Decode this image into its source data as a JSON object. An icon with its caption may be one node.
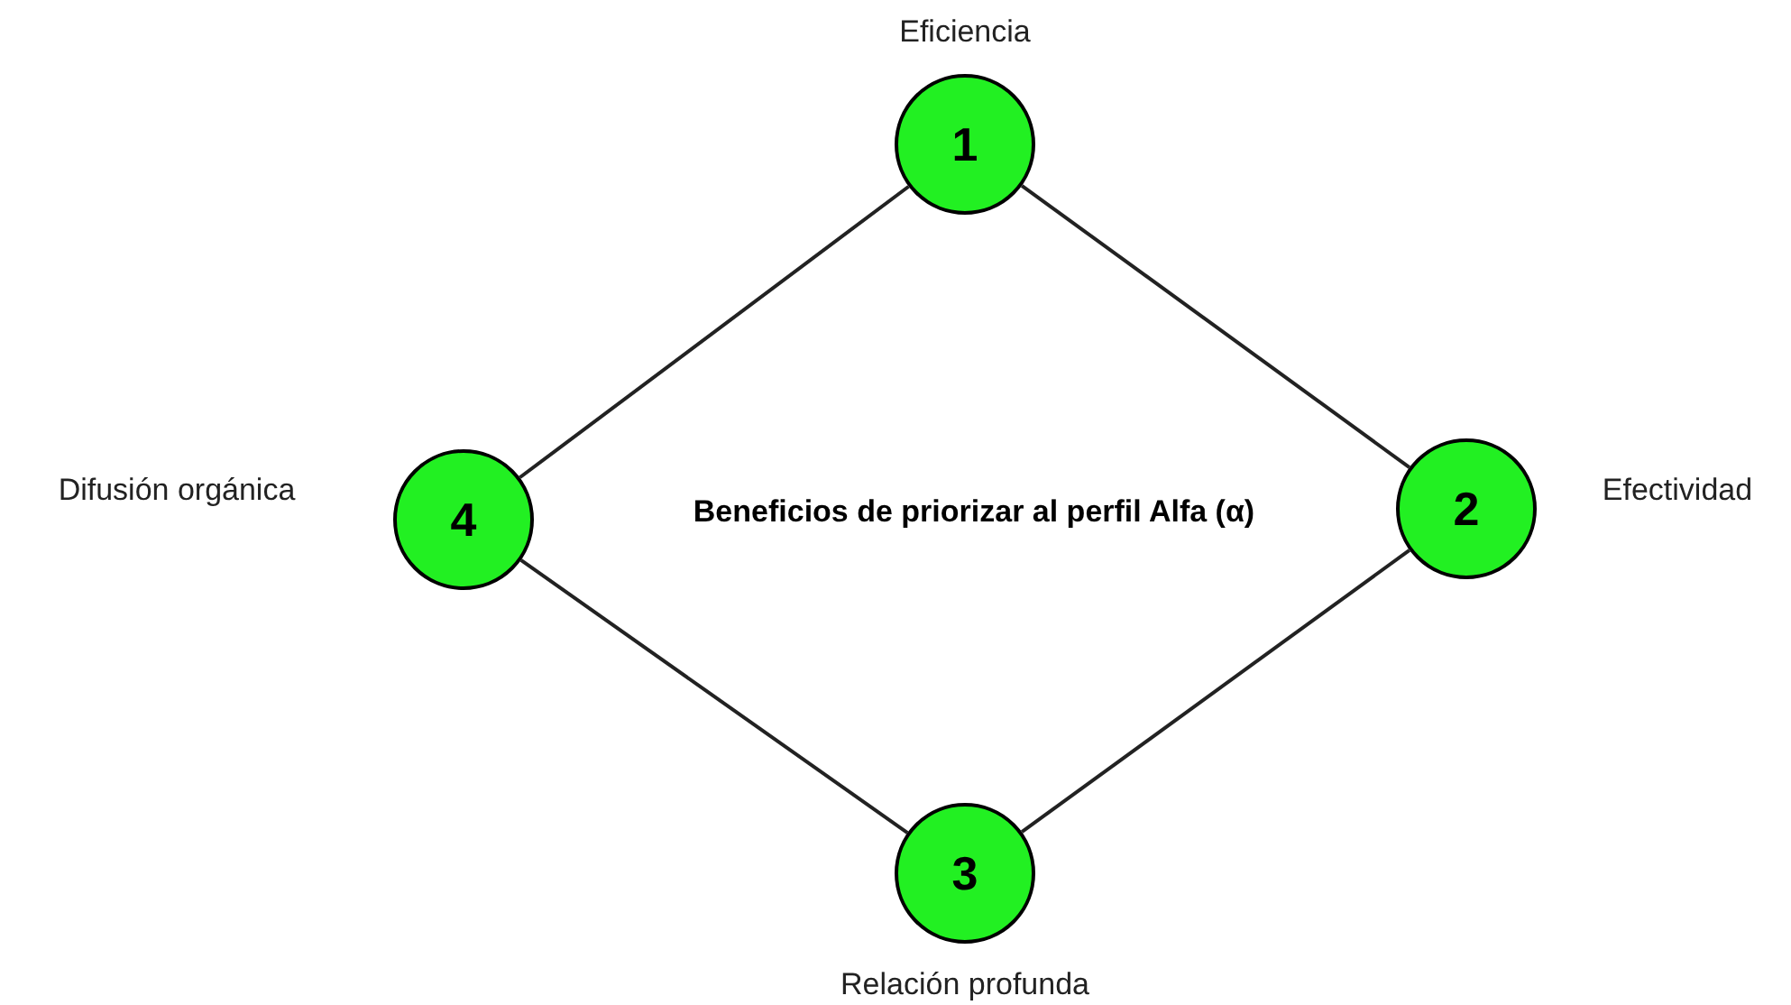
{
  "diagram": {
    "nodes": [
      {
        "text": [
          "1"
        ],
        "beside": [
          "Eficiencia"
        ]
      },
      {
        "text": [
          "2"
        ],
        "beside": [
          "Efectividad"
        ]
      },
      {
        "text": [
          "3"
        ],
        "beside": [
          "Relación profunda"
        ]
      },
      {
        "text": [
          "4"
        ],
        "beside": [
          "Difusión orgánica"
        ]
      }
    ],
    "edges": [
      {
        "from": 0,
        "to": 1,
        "arrow": "none"
      },
      {
        "from": 1,
        "to": 2,
        "arrow": "none"
      },
      {
        "from": 2,
        "to": 3,
        "arrow": "none"
      },
      {
        "from": 3,
        "to": 0,
        "arrow": "none"
      }
    ],
    "labels": [
      "Beneficios de priorizar al perfil Alfa (α)"
    ]
  }
}
